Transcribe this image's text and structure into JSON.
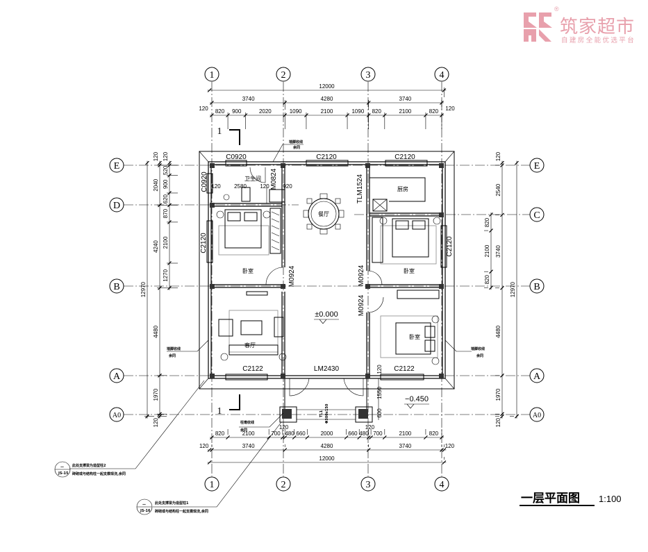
{
  "logo": {
    "name": "筑家超市",
    "tagline": "自建房全能优选平台",
    "registered": "®",
    "color": "#e8a0ac"
  },
  "title": {
    "main": "一层平面图",
    "scale": "1:100"
  },
  "grid_axes": {
    "vertical": [
      "1",
      "2",
      "3",
      "4"
    ],
    "horizontal_left": [
      "E",
      "D",
      "B",
      "A",
      "A0"
    ],
    "horizontal_right": [
      "E",
      "C",
      "B",
      "A",
      "A0"
    ]
  },
  "dimensions": {
    "top_total": [
      "12000"
    ],
    "top_sub": [
      "3740",
      "4280",
      "3740"
    ],
    "top_edge": [
      "120",
      "120"
    ],
    "top_detail": [
      "820",
      "900",
      "2020",
      "1090",
      "2100",
      "1090",
      "820",
      "2100",
      "820"
    ],
    "bottom_detail": [
      "820",
      "2100",
      "700",
      "120",
      "480",
      "660",
      "2000",
      "660",
      "480",
      "120",
      "700",
      "2100",
      "820"
    ],
    "bottom_sub": [
      "120",
      "3740",
      "4280",
      "3740",
      "120"
    ],
    "bottom_total": [
      "12000"
    ],
    "left_detail": [
      "120",
      "520",
      "900",
      "620",
      "870",
      "2100",
      "1270"
    ],
    "left_sub": [
      "120",
      "2040",
      "4240",
      "4480",
      "1970",
      "120"
    ],
    "left_total": [
      "12970"
    ],
    "right_detail": [
      "820",
      "2100",
      "820"
    ],
    "right_sub": [
      "120",
      "2540",
      "3740",
      "4480",
      "1970",
      "120"
    ],
    "right_total": [
      "12970"
    ],
    "bathroom": {
      "a": "120",
      "b": "2580",
      "c": "120",
      "d": "920"
    },
    "porch": {
      "a": "1550",
      "b": "600",
      "c": "120"
    }
  },
  "openings": {
    "top_window_1": "C0920",
    "top_window_2": "C2120",
    "top_window_3": "C2120",
    "bath_side_window": "C0920",
    "bath_door": "M0824",
    "left_bed_window": "C2120",
    "right_bed_window": "C2120",
    "left_bed_door": "M0924",
    "right_bed_door_1": "M0924",
    "right_bed_door_2": "M0924",
    "kitchen_door": "TLM1524",
    "living_window": "C2122",
    "entrance_door": "LM2430",
    "right_bottom_window": "C2122"
  },
  "rooms": {
    "bathroom": "卫生间",
    "dining": "餐厅",
    "kitchen": "厨房",
    "bedroom_left": "卧室",
    "bedroom_right_top": "卧室",
    "bedroom_right_bottom": "卧室",
    "living": "客厅"
  },
  "levels": {
    "floor": "±0.000",
    "porch": "−0.450"
  },
  "section_marks": {
    "top": "1",
    "bottom": "1"
  },
  "annotations": {
    "top_note_1": "墙脚收线",
    "top_note_2": "余同",
    "right_note_1": "墙脚收线",
    "right_note_2": "余同",
    "left_note_1": "墙脚收线",
    "left_note_2": "余同",
    "porch_note_1": "柱墩收线",
    "porch_note_2": "余同",
    "porch_beam": "TL1",
    "porch_col": "Φ300x150",
    "callout_2_line1": "此处支撑梁为造型柱2",
    "callout_2_line2": "砖砌或与结构柱一起支模现浇,余同",
    "callout_2_top": "—",
    "callout_2_bottom": "JS-15",
    "callout_1_line1": "此处支撑梁为造型柱1",
    "callout_1_line2": "砖砌或与结构柱一起支模现浇,余同",
    "callout_1_top": "—",
    "callout_1_bottom": "JS-16"
  }
}
